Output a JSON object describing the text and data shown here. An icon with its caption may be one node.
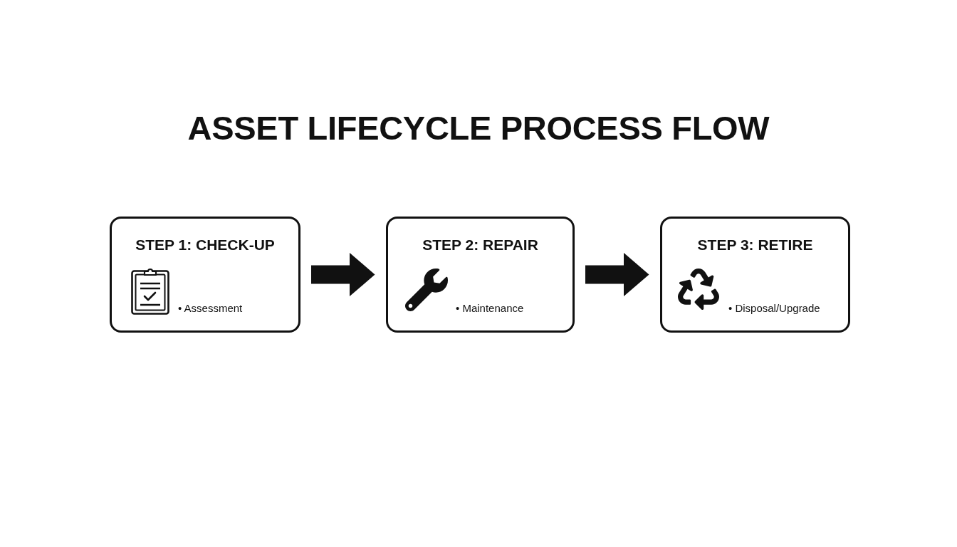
{
  "diagram": {
    "title": "ASSET LIFECYCLE PROCESS FLOW",
    "nodes": [
      {
        "text": [
          "STEP 1: CHECK-UP",
          "• Assessment"
        ]
      },
      {
        "text": [
          "STEP 2: REPAIR",
          "• Maintenance"
        ]
      },
      {
        "text": [
          "STEP 3: RETIRE",
          "• Disposal/Upgrade"
        ]
      }
    ],
    "edges": [
      {
        "from": 0,
        "to": 1,
        "arrow": "to"
      },
      {
        "from": 1,
        "to": 2,
        "arrow": "to"
      }
    ]
  }
}
